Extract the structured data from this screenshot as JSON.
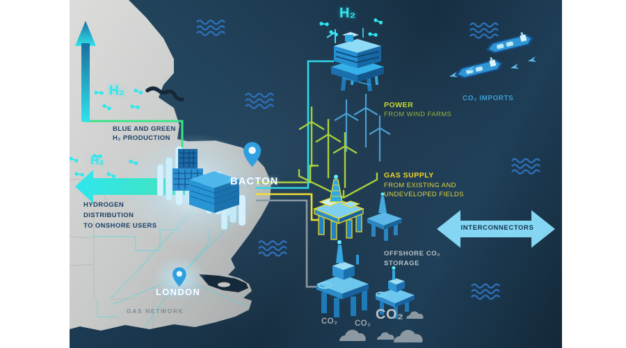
{
  "map": {
    "bacton_label": "BACTON",
    "london_label": "LONDON",
    "gas_network_label": "GAS NETWORK"
  },
  "hydrogen": {
    "platform_h2": "H₂",
    "northwest_h2": "H₂",
    "west_h2": "H₂",
    "production_line1": "BLUE AND GREEN",
    "production_line2": "H₂ PRODUCTION",
    "distribution_line1": "HYDROGEN",
    "distribution_line2": "DISTRIBUTION",
    "distribution_line3": "TO ONSHORE USERS"
  },
  "power": {
    "title": "POWER",
    "subtitle": "FROM WIND FARMS"
  },
  "gas": {
    "title": "GAS SUPPLY",
    "subtitle_line1": "FROM EXISTING AND",
    "subtitle_line2": "UNDEVELOPED FIELDS"
  },
  "storage": {
    "title_line1": "OFFSHORE CO₂",
    "title_line2": "STORAGE",
    "co2_label_1": "CO₂",
    "co2_label_2": "CO₂",
    "co2_label_3": "CO₂"
  },
  "imports": {
    "label": "CO₂ IMPORTS"
  },
  "interconnectors": {
    "label": "INTERCONNECTORS"
  },
  "icons": {
    "waves": "wave ripples",
    "pin": "location pin",
    "molecule": "H2 molecule",
    "ship": "CO2 tanker ship",
    "wind_turbine": "wind turbine",
    "platform": "offshore platform"
  },
  "colors": {
    "sea": "#1b3950",
    "land": "#cfd1d0",
    "cyan": "#2ee8f0",
    "green": "#3ae589",
    "lime": "#aed23c",
    "yellow": "#f2e032",
    "gray_line": "#8a9aa3",
    "light_blue_arrow": "#85d6f2",
    "navy_text": "#1c4268"
  }
}
